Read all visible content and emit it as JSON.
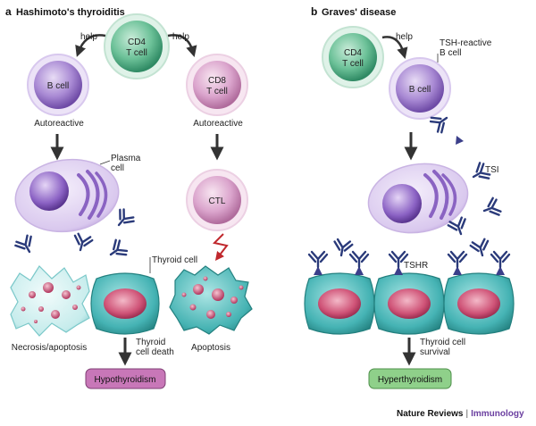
{
  "panel_a": {
    "letter": "a",
    "title": "Hashimoto's thyroiditis",
    "cd4_label": [
      "CD4",
      "T cell"
    ],
    "help_left": "help",
    "help_right": "help",
    "b_cell": "B cell",
    "cd8_label": [
      "CD8",
      "T cell"
    ],
    "autoreactive_left": "Autoreactive",
    "autoreactive_right": "Autoreactive",
    "plasma_label": [
      "Plasma",
      "cell"
    ],
    "ctl": "CTL",
    "thyroid_cell": "Thyroid cell",
    "necrosis": "Necrosis/apoptosis",
    "thyroid_death": [
      "Thyroid",
      "cell death"
    ],
    "apoptosis": "Apoptosis",
    "outcome": "Hypothyroidism"
  },
  "panel_b": {
    "letter": "b",
    "title": "Graves' disease",
    "cd4_label": [
      "CD4",
      "T cell"
    ],
    "help": "help",
    "tsh_reactive": [
      "TSH-reactive",
      "B cell"
    ],
    "b_cell": "B cell",
    "tsi": "TSI",
    "tshr": "TSHR",
    "survival": [
      "Thyroid cell",
      "survival"
    ],
    "outcome": "Hyperthyroidism"
  },
  "footer": {
    "journal": "Nature Reviews",
    "separator": "|",
    "section": "Immunology"
  },
  "colors": {
    "cd4_green": "#5fb88e",
    "b_cell_purple": "#9b7cc8",
    "cd8_pink": "#d99ac6",
    "thyroid_teal": "#3fb0b3",
    "nucleus_pink": "#c94a6b",
    "antibody_navy": "#2a3a7a",
    "hypo_fill": "#c877b8",
    "hyper_fill": "#8fd08a",
    "arrow_dark": "#333333",
    "lightning_red": "#c0282d"
  }
}
